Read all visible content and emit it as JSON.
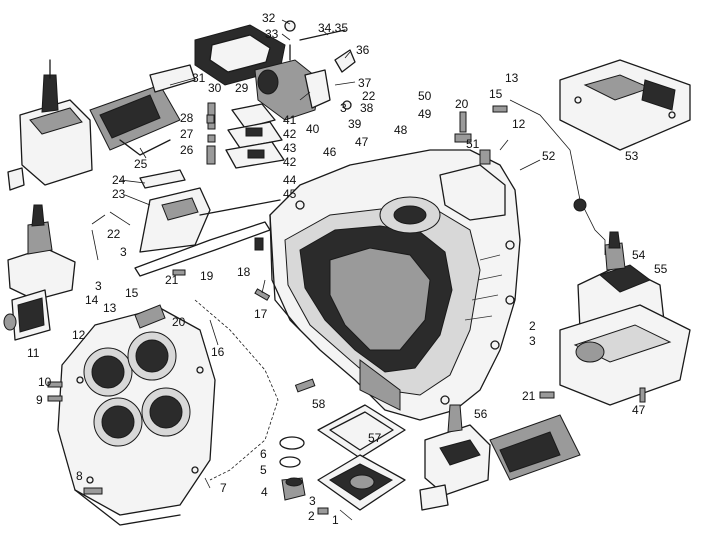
{
  "labels": [
    {
      "id": "32",
      "text": "32"
    },
    {
      "id": "33",
      "text": "33"
    },
    {
      "id": "34-35",
      "text": "34.35"
    },
    {
      "id": "36",
      "text": "36"
    },
    {
      "id": "37",
      "text": "37"
    },
    {
      "id": "22a",
      "text": "22"
    },
    {
      "id": "3a",
      "text": "3"
    },
    {
      "id": "38",
      "text": "38"
    },
    {
      "id": "39",
      "text": "39"
    },
    {
      "id": "40",
      "text": "40"
    },
    {
      "id": "41",
      "text": "41"
    },
    {
      "id": "42a",
      "text": "42"
    },
    {
      "id": "43",
      "text": "43"
    },
    {
      "id": "42b",
      "text": "42"
    },
    {
      "id": "44",
      "text": "44"
    },
    {
      "id": "45",
      "text": "45"
    },
    {
      "id": "46",
      "text": "46"
    },
    {
      "id": "47a",
      "text": "47"
    },
    {
      "id": "48",
      "text": "48"
    },
    {
      "id": "31",
      "text": "31"
    },
    {
      "id": "30",
      "text": "30"
    },
    {
      "id": "29",
      "text": "29"
    },
    {
      "id": "28",
      "text": "28"
    },
    {
      "id": "27",
      "text": "27"
    },
    {
      "id": "26",
      "text": "26"
    },
    {
      "id": "25",
      "text": "25"
    },
    {
      "id": "24",
      "text": "24"
    },
    {
      "id": "23",
      "text": "23"
    },
    {
      "id": "22b",
      "text": "22"
    },
    {
      "id": "3b",
      "text": "3"
    },
    {
      "id": "21a",
      "text": "21"
    },
    {
      "id": "19",
      "text": "19"
    },
    {
      "id": "18",
      "text": "18"
    },
    {
      "id": "17",
      "text": "17"
    },
    {
      "id": "16",
      "text": "16"
    },
    {
      "id": "20a",
      "text": "20"
    },
    {
      "id": "15",
      "text": "15"
    },
    {
      "id": "14",
      "text": "14"
    },
    {
      "id": "13a",
      "text": "13"
    },
    {
      "id": "3c",
      "text": "3"
    },
    {
      "id": "12a",
      "text": "12"
    },
    {
      "id": "11",
      "text": "11"
    },
    {
      "id": "10",
      "text": "10"
    },
    {
      "id": "9",
      "text": "9"
    },
    {
      "id": "8",
      "text": "8"
    },
    {
      "id": "7",
      "text": "7"
    },
    {
      "id": "6",
      "text": "6"
    },
    {
      "id": "5",
      "text": "5"
    },
    {
      "id": "4",
      "text": "4"
    },
    {
      "id": "3d",
      "text": "3"
    },
    {
      "id": "2a",
      "text": "2"
    },
    {
      "id": "1",
      "text": "1"
    },
    {
      "id": "57",
      "text": "57"
    },
    {
      "id": "58",
      "text": "58"
    },
    {
      "id": "56",
      "text": "56"
    },
    {
      "id": "50",
      "text": "50"
    },
    {
      "id": "20b",
      "text": "20"
    },
    {
      "id": "49",
      "text": "49"
    },
    {
      "id": "15b",
      "text": "15"
    },
    {
      "id": "13b",
      "text": "13"
    },
    {
      "id": "12b",
      "text": "12"
    },
    {
      "id": "51",
      "text": "51"
    },
    {
      "id": "52",
      "text": "52"
    },
    {
      "id": "53",
      "text": "53"
    },
    {
      "id": "54",
      "text": "54"
    },
    {
      "id": "55",
      "text": "55"
    },
    {
      "id": "2b",
      "text": "2"
    },
    {
      "id": "3e",
      "text": "3"
    },
    {
      "id": "21b",
      "text": "21"
    },
    {
      "id": "47b",
      "text": "47"
    }
  ]
}
